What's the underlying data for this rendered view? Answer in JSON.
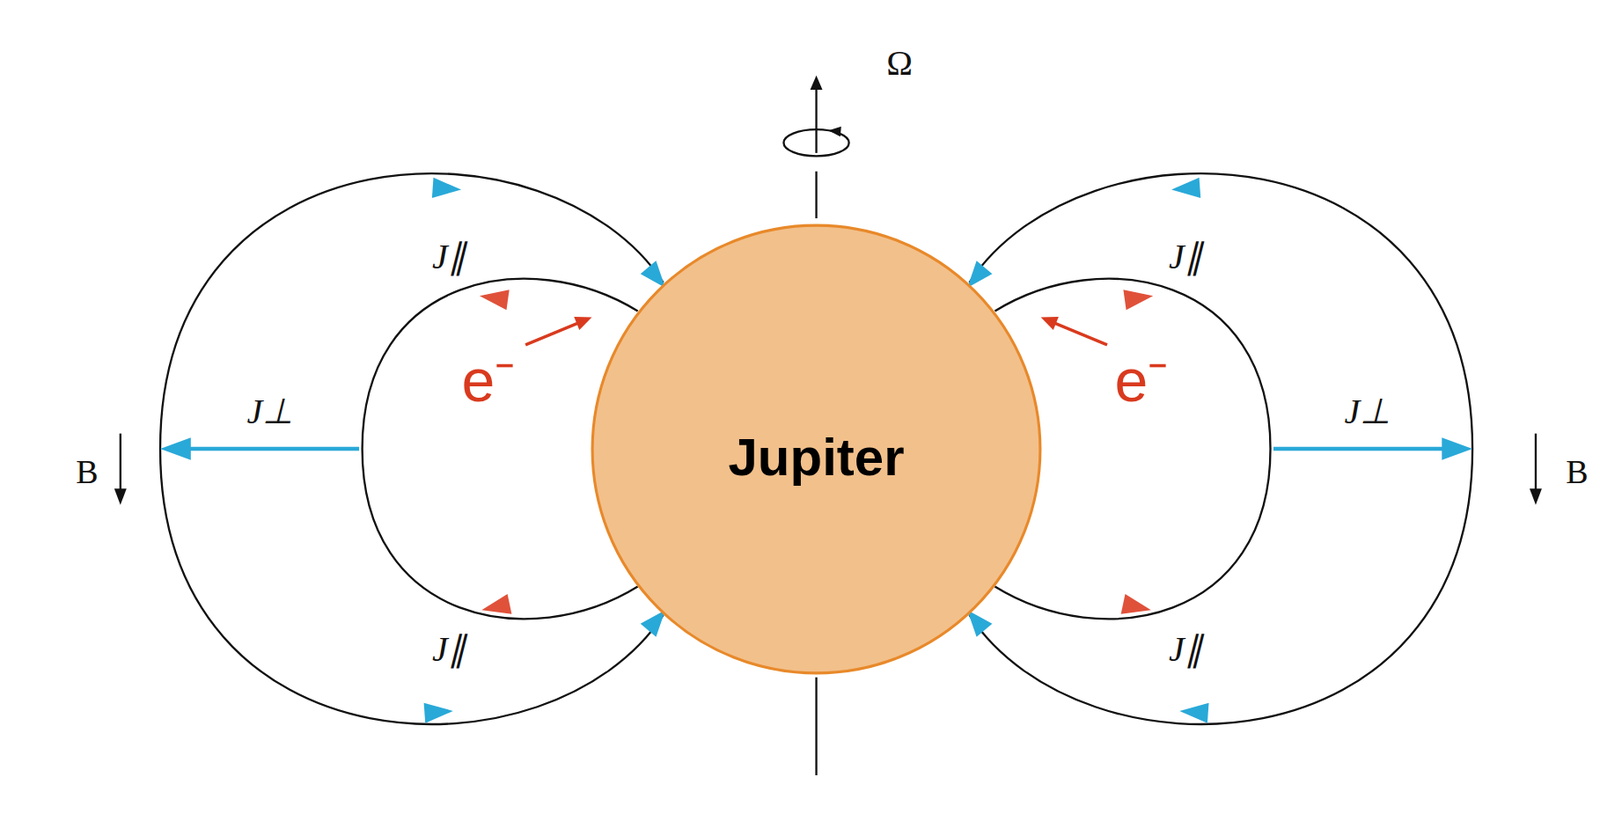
{
  "diagram": {
    "nodes": [
      {
        "text": [
          "Jupiter"
        ]
      }
    ],
    "labels": [
      "Ω",
      "J∥",
      "J∥",
      "e⁻",
      "e⁻",
      "J⊥",
      "J⊥",
      "B",
      "B",
      "J∥",
      "J∥"
    ]
  }
}
